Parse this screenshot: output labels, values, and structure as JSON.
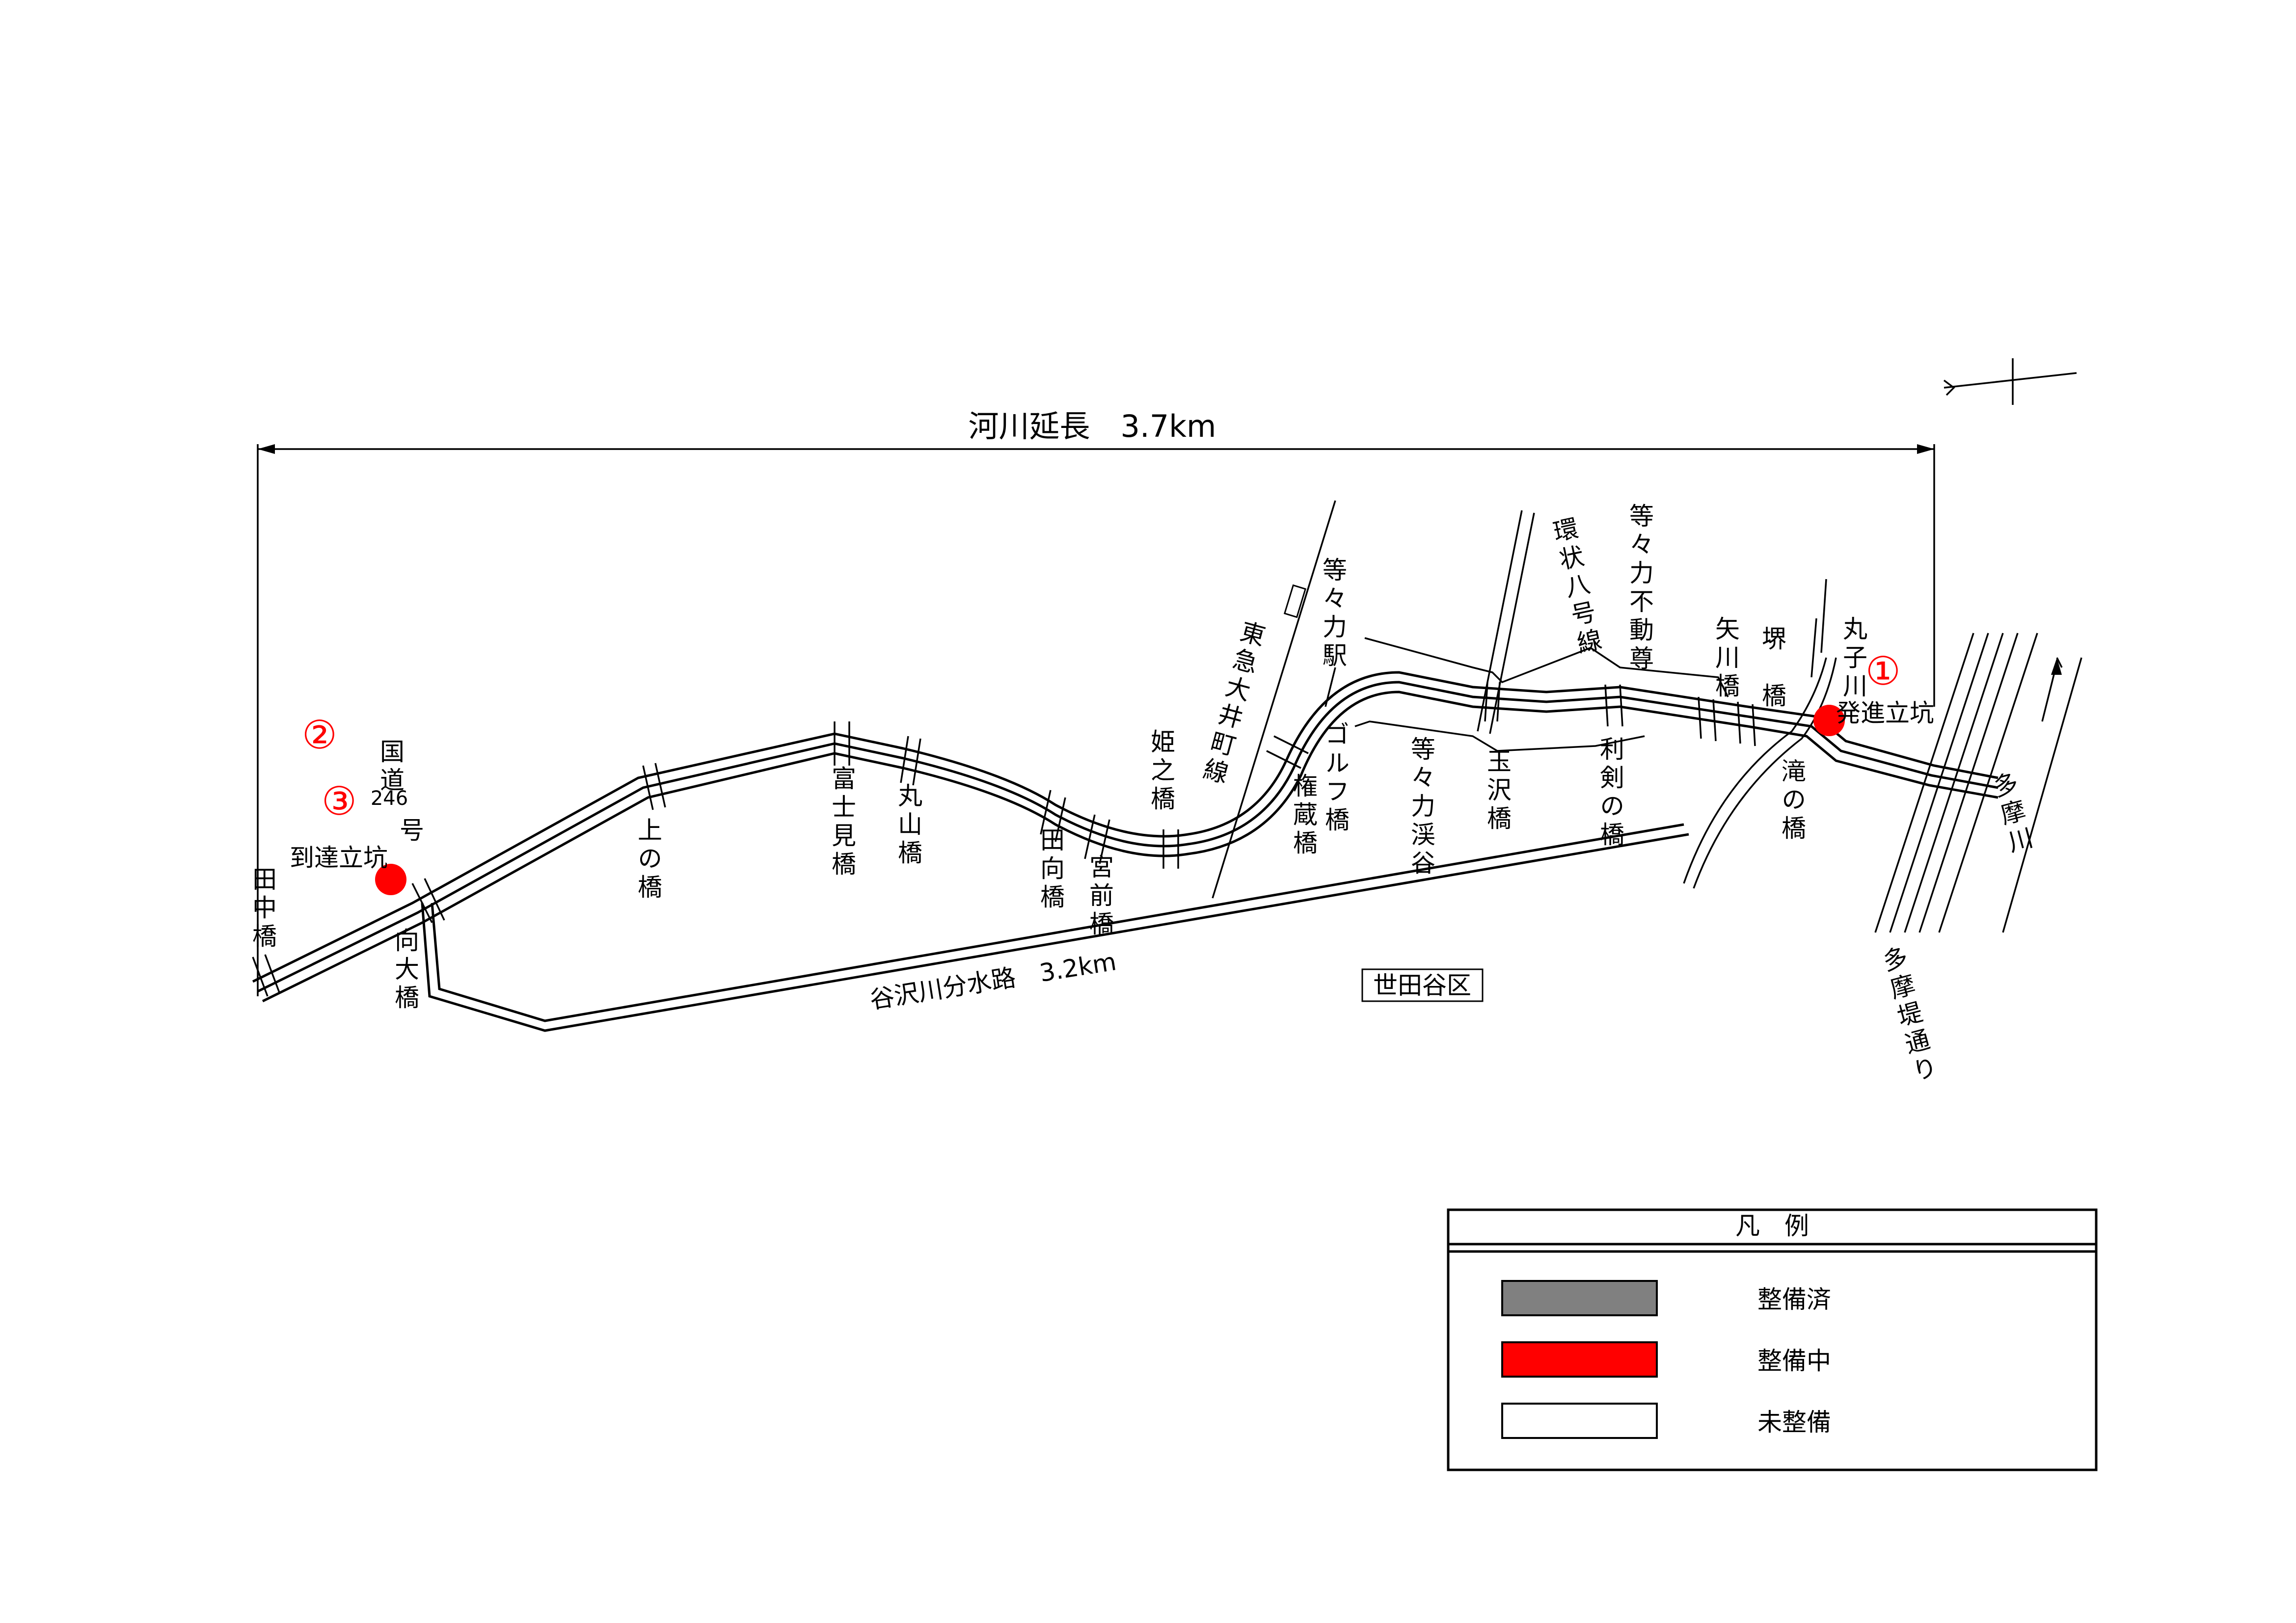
{
  "title": "河川延長　3.7km",
  "district": "世田谷区",
  "branch_channel": "谷沢川分水路　3.2km",
  "shafts": {
    "arrival": "到達立坑",
    "departure": "発進立坑",
    "markers": [
      "①",
      "②",
      "③"
    ]
  },
  "rivers": {
    "tama": "多摩川",
    "maruko": "丸子川"
  },
  "roads": {
    "route246": "国道",
    "route246_num": "246",
    "route246_suffix": "号",
    "kanpachi": "環状八号線",
    "tamatei": "多摩堤通り"
  },
  "railway": {
    "line": "東急大井町線",
    "station": "等々力駅"
  },
  "places": {
    "todoroki_fudo": "等々力不動尊",
    "todoroki_keikoku": "等々力渓谷"
  },
  "bridges": [
    "田中橋",
    "向大橋",
    "上の橋",
    "富士見橋",
    "丸山橋",
    "田向橋",
    "宮前橋",
    "姫之橋",
    "権蔵橋",
    "ゴルフ橋",
    "玉沢橋",
    "利剣の橋",
    "矢川橋",
    "堺　橋",
    "滝の橋"
  ],
  "legend": {
    "title": "凡　例",
    "items": [
      {
        "label": "整備済",
        "color": "#808080"
      },
      {
        "label": "整備中",
        "color": "#ff0000"
      },
      {
        "label": "未整備",
        "color": "#ffffff"
      }
    ]
  }
}
